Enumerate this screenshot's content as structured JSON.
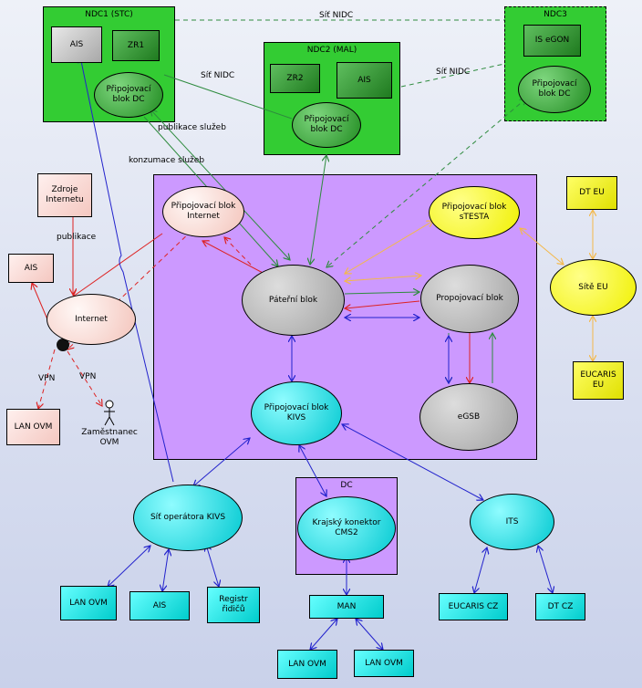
{
  "colors": {
    "green_link": "#2e8b3e",
    "blue_link": "#2222cc",
    "red_link": "#dd2222",
    "orange_link": "#f4b84a",
    "nidc_link": "#2e8b3e",
    "core_area": "#cc99ff",
    "ndc_area": "#33cc33"
  },
  "ndc1": {
    "title": "NDC1 (STC)",
    "ais": "AIS",
    "zr": "ZR1",
    "block": "Připojovací\nblok DC"
  },
  "ndc2": {
    "title": "NDC2 (MAL)",
    "zr": "ZR2",
    "ais": "AIS",
    "block": "Připojovací\nblok DC"
  },
  "ndc3": {
    "title": "NDC3",
    "isegon": "IS eGON",
    "block": "Připojovací\nblok DC"
  },
  "links": {
    "sit_nidc_1": "Síť NIDC",
    "sit_nidc_2": "Síť NIDC",
    "sit_nidc_3": "Síť NIDC",
    "publikace_sluzeb": "publikace služeb",
    "konzumace_sluzeb": "konzumace služeb",
    "publikace": "publikace",
    "vpn_1": "VPN",
    "vpn_2": "VPN"
  },
  "internet_side": {
    "zdroje": "Zdroje\nInternetu",
    "ais": "AIS",
    "internet": "Internet",
    "lan_ovm": "LAN OVM",
    "zamestnanec": "Zaměstnanec\nOVM"
  },
  "core": {
    "pripojovaci_internet": "Připojovací blok\nInternet",
    "stesta": "Připojovací blok\nsTESTA",
    "pateri": "Páteřní blok",
    "propojovaci": "Propojovací blok",
    "kivs": "Připojovací blok\nKIVS",
    "egsb": "eGSB"
  },
  "eu": {
    "dt_eu": "DT EU",
    "site_eu": "Sítě EU",
    "eucaris_eu": "EUCARIS\nEU"
  },
  "bottom": {
    "sit_operatora": "Síť operátora KIVS",
    "lan_ovm": "LAN OVM",
    "ais": "AIS",
    "registr": "Registr\nřidičů",
    "dc_title": "DC",
    "krajsky": "Krajský konektor\nCMS2",
    "man": "MAN",
    "man_lan1": "LAN OVM",
    "man_lan2": "LAN OVM",
    "its": "ITS",
    "eucaris_cz": "EUCARIS CZ",
    "dt_cz": "DT CZ"
  }
}
